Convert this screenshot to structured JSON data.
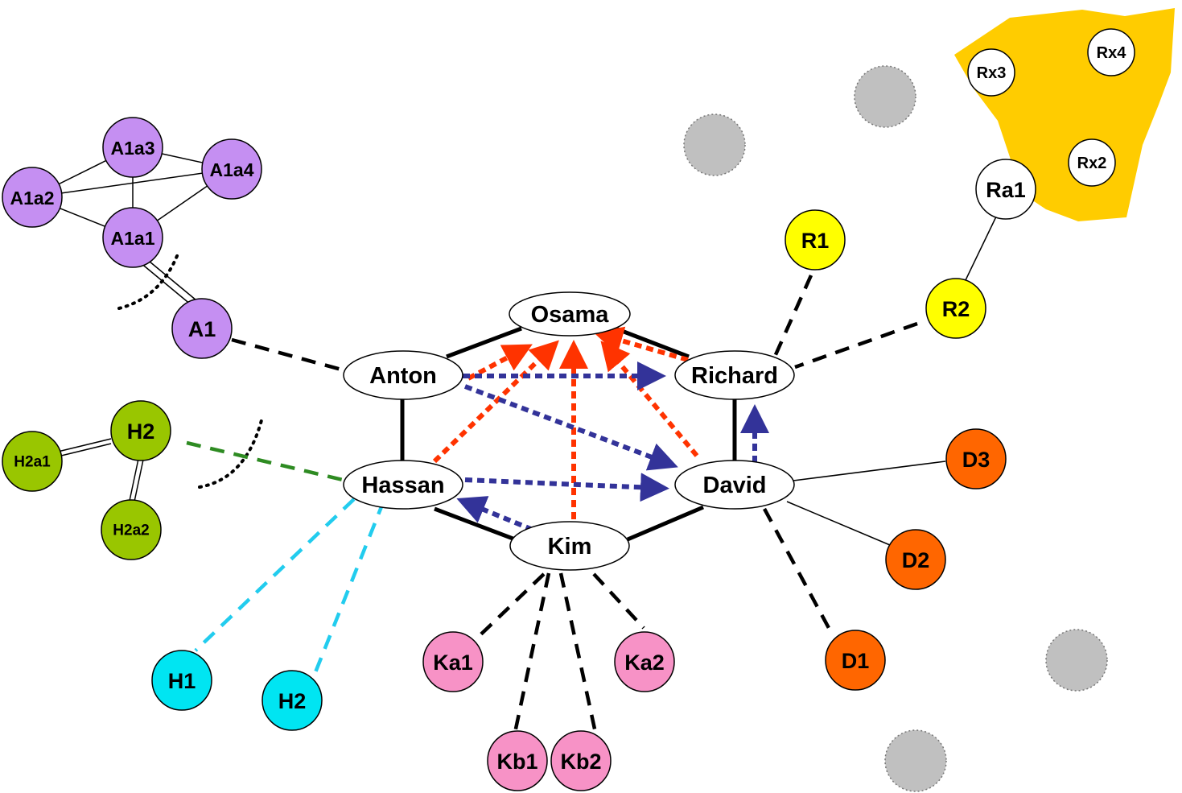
{
  "colors": {
    "purple": "#c58ff2",
    "green": "#99c600",
    "cyan": "#00e5f2",
    "pink": "#f792c6",
    "orange": "#ff6600",
    "yellow": "#ffff00",
    "gray": "#c0c0c0",
    "gold": "#ffcc00",
    "red_arrow": "#ff3300",
    "blue_arrow": "#333399",
    "green_dash": "#2e8b22",
    "cyan_dash": "#22ccee"
  },
  "nodes": {
    "osama": "Osama",
    "anton": "Anton",
    "richard": "Richard",
    "hassan": "Hassan",
    "david": "David",
    "kim": "Kim",
    "a1": "A1",
    "a1a1": "A1a1",
    "a1a2": "A1a2",
    "a1a3": "A1a3",
    "a1a4": "A1a4",
    "h2": "H2",
    "h2a1": "H2a1",
    "h2a2": "H2a2",
    "h1_cyan": "H1",
    "h2_cyan": "H2",
    "ka1": "Ka1",
    "ka2": "Ka2",
    "kb1": "Kb1",
    "kb2": "Kb2",
    "d1": "D1",
    "d2": "D2",
    "d3": "D3",
    "r1": "R1",
    "r2": "R2",
    "ra1": "Ra1",
    "rx2": "Rx2",
    "rx3": "Rx3",
    "rx4": "Rx4"
  }
}
